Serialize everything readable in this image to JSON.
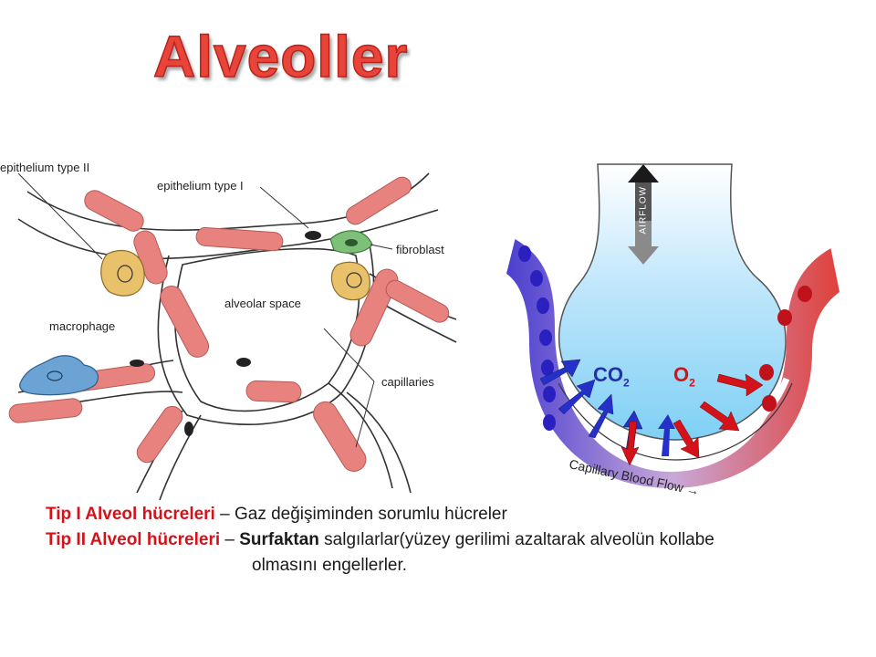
{
  "title": "Alveoller",
  "left_diagram": {
    "labels": {
      "epithelium_type_ii": "epithelium type II",
      "epithelium_type_i": "epithelium type I",
      "fibroblast": "fibroblast",
      "alveolar_space": "alveolar space",
      "macrophage": "macrophage",
      "capillaries": "capillaries"
    }
  },
  "right_diagram": {
    "airflow": "AIRFLOW",
    "co2": "CO",
    "co2_sub": "2",
    "o2": "O",
    "o2_sub": "2",
    "blood_flow": "Capillary Blood Flow →",
    "colors": {
      "deoxygenated": "#4a3fd0",
      "oxygenated": "#e0403a",
      "airspace": "#7fd0f5"
    }
  },
  "caption": {
    "line1_term": "Tip I Alveol hücreleri",
    "line1_text": " – Gaz değişiminden sorumlu hücreler",
    "line2_term": "Tip II Alveol hücreleri",
    "line2_sep": " – ",
    "line2_bold": "Surfaktan",
    "line2_text": " salgılarlar(yüzey gerilimi azaltarak alveolün kollabe",
    "line3_text": "olmasını engellerler."
  }
}
